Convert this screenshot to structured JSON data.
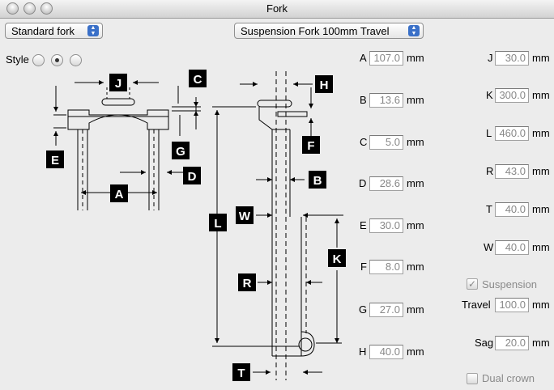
{
  "window": {
    "title": "Fork"
  },
  "popups": {
    "fork_type": "Standard fork",
    "preset": "Suspension Fork 100mm Travel"
  },
  "style": {
    "label": "Style",
    "selected_index": 1,
    "count": 3
  },
  "unit": "mm",
  "params_left": [
    {
      "label": "A",
      "value": "107.0"
    },
    {
      "label": "B",
      "value": "13.6"
    },
    {
      "label": "C",
      "value": "5.0"
    },
    {
      "label": "D",
      "value": "28.6"
    },
    {
      "label": "E",
      "value": "30.0"
    },
    {
      "label": "F",
      "value": "8.0"
    },
    {
      "label": "G",
      "value": "27.0"
    },
    {
      "label": "H",
      "value": "40.0"
    }
  ],
  "params_right": [
    {
      "label": "J",
      "value": "30.0"
    },
    {
      "label": "K",
      "value": "300.0"
    },
    {
      "label": "L",
      "value": "460.0"
    },
    {
      "label": "R",
      "value": "43.0"
    },
    {
      "label": "T",
      "value": "40.0"
    },
    {
      "label": "W",
      "value": "40.0"
    }
  ],
  "suspension": {
    "label": "Suspension",
    "checked": true
  },
  "travel": {
    "label": "Travel",
    "value": "100.0"
  },
  "sag": {
    "label": "Sag",
    "value": "20.0"
  },
  "dual_crown": {
    "label": "Dual crown",
    "checked": false
  },
  "diagram_tags": {
    "J": "J",
    "C": "C",
    "H": "H",
    "E": "E",
    "G": "G",
    "D": "D",
    "A": "A",
    "F": "F",
    "B": "B",
    "W": "W",
    "L": "L",
    "K": "K",
    "R": "R",
    "T": "T"
  }
}
